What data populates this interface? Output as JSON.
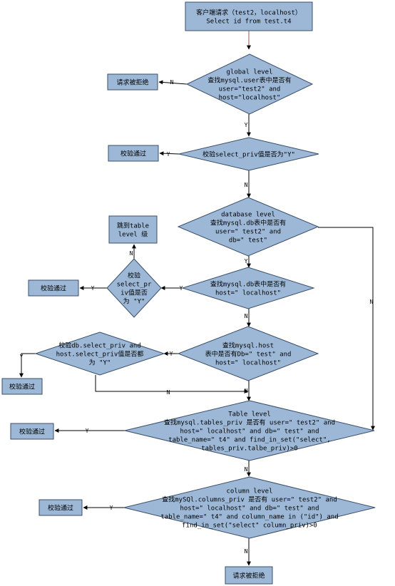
{
  "nodes": {
    "start": [
      "客户端请求（test2，localhost）",
      "Select id from test.t4"
    ],
    "global_check": [
      "global level",
      "查找mysql.user表中是否有",
      "user=\"test2\" and",
      "host=\"localhost\""
    ],
    "rejected_1": [
      "请求被拒绝"
    ],
    "global_priv_check": [
      "校验select_priv值是否为\"Y\""
    ],
    "pass_1": [
      "校验通过"
    ],
    "db_check": [
      "database level",
      "查找mysql.db表中是否有",
      "user=\" test2\" and",
      "db=\" test\""
    ],
    "goto_table": [
      "跳到table",
      "level  级"
    ],
    "db_priv_check": [
      "校验",
      "select_pr",
      "iv值是否",
      "为 \"Y\""
    ],
    "pass_2": [
      "校验通过"
    ],
    "host_check_1": [
      "查找mysql.db表中是否有",
      "host=\" localhost\""
    ],
    "host_check_2": [
      "查找mysql.host",
      "表中是否有Db=\" test\" and",
      "host=\" localhost\""
    ],
    "db_host_priv_check": [
      "校验db.select_priv and",
      "host.select_priv值是否都",
      "为 \"Y\""
    ],
    "pass_3": [
      "校验通过"
    ],
    "table_check": [
      "Table level",
      "查找mysql.tables_priv 是否有 user=\" test2\" and",
      "host=\" localhost\" and db=\" test\" and",
      "table_name=\" t4\" and find_in_set(\"select\",",
      "tables_priv.talbe_priv)>0"
    ],
    "pass_4": [
      "校验通过"
    ],
    "column_check": [
      "column level",
      "查找mySQl.columns_priv 是否有 user=\" test2\" and",
      "host=\" localhost\" and db=\" test\" and",
      "table_name=\" t4\" and column_name in (\"id\") and",
      "find_in_set(\"select\" column_priv)>0"
    ],
    "pass_5": [
      "校验通过"
    ],
    "rejected_2": [
      "请求被拒绝"
    ]
  },
  "edge_labels": {
    "no": "N",
    "yes": "Y"
  }
}
